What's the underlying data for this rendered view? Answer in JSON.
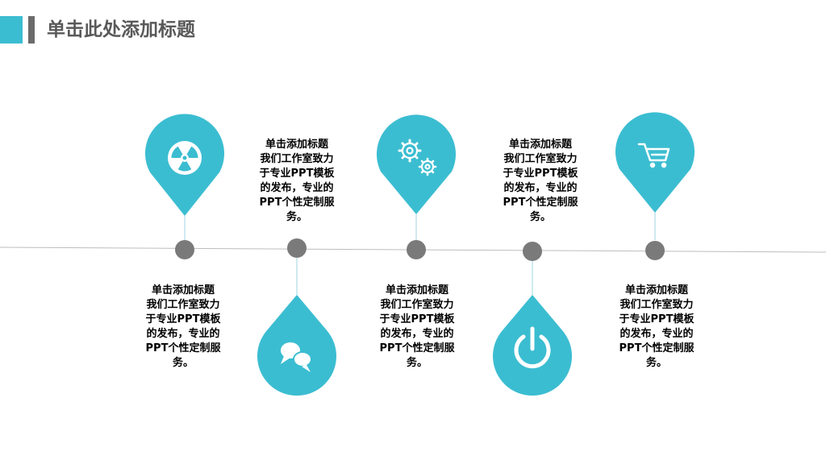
{
  "header": {
    "title": "单击此处添加标题"
  },
  "colors": {
    "accent": "#3bbdd1",
    "dot": "#7a7a7a",
    "timeline": "#bdbdbd"
  },
  "timeline": {
    "items": [
      {
        "icon": "radiation-icon",
        "direction": "up",
        "text": {
          "heading": "单击添加标题",
          "lines": [
            "我们工作室致力",
            "于专业PPT模板",
            "的发布，专业的",
            "PPT个性定制服",
            "务。"
          ]
        }
      },
      {
        "icon": "chat-bubbles-icon",
        "direction": "down",
        "text": {
          "heading": "单击添加标题",
          "lines": [
            "我们工作室致力",
            "于专业PPT模板",
            "的发布，专业的",
            "PPT个性定制服",
            "务。"
          ]
        }
      },
      {
        "icon": "gears-icon",
        "direction": "up",
        "text": {
          "heading": "单击添加标题",
          "lines": [
            "我们工作室致力",
            "于专业PPT模板",
            "的发布，专业的",
            "PPT个性定制服",
            "务。"
          ]
        }
      },
      {
        "icon": "power-icon",
        "direction": "down",
        "text": {
          "heading": "单击添加标题",
          "lines": [
            "我们工作室致力",
            "于专业PPT模板",
            "的发布，专业的",
            "PPT个性定制服",
            "务。"
          ]
        }
      },
      {
        "icon": "shopping-cart-icon",
        "direction": "up",
        "text": {
          "heading": "单击添加标题",
          "lines": [
            "我们工作室致力",
            "于专业PPT模板",
            "的发布，专业的",
            "PPT个性定制服",
            "务。"
          ]
        }
      }
    ]
  }
}
